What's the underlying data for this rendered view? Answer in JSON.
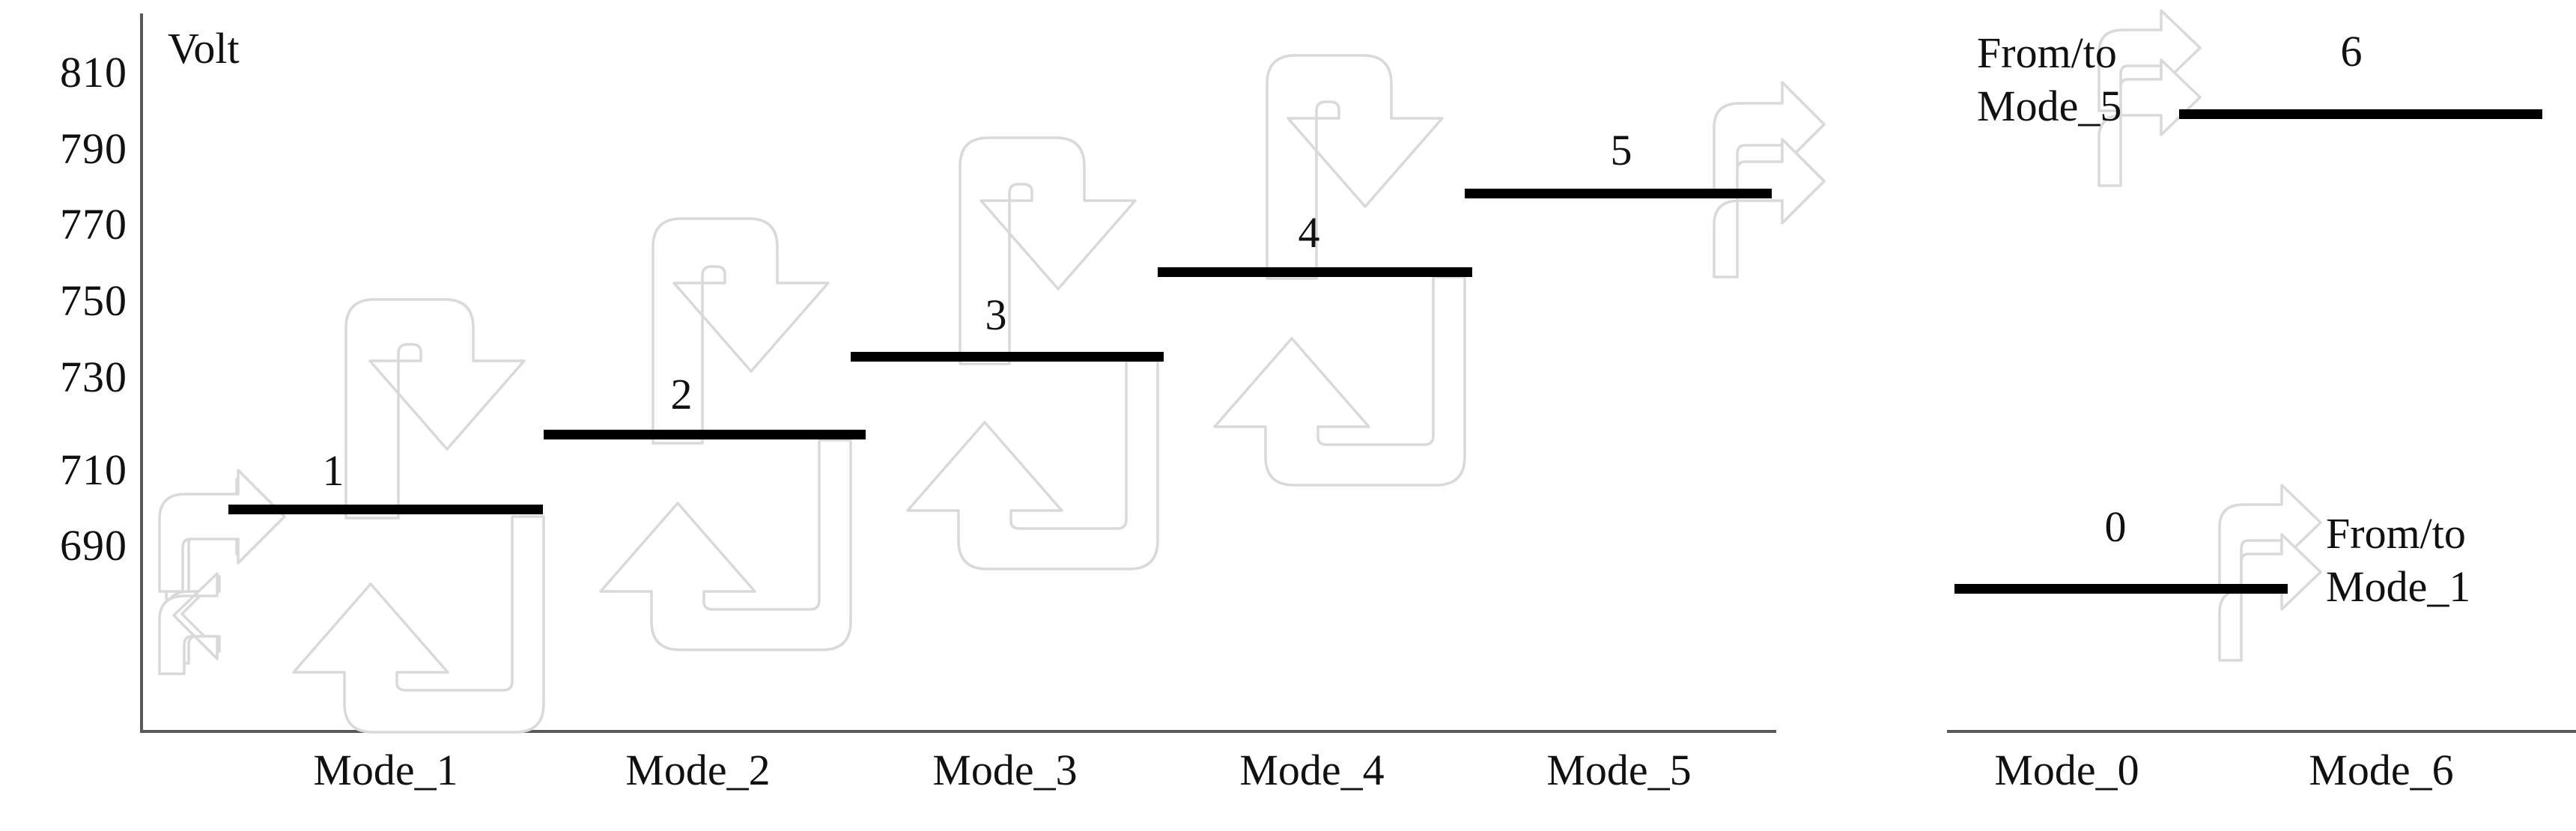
{
  "chart_data": {
    "type": "diagram",
    "title": "Volt",
    "ylabel": "Volt",
    "xlabel": "",
    "yticks": [
      810,
      790,
      770,
      750,
      730,
      710,
      690
    ],
    "ylim": [
      670,
      820
    ],
    "grid": false,
    "legend": "none",
    "categories": [
      "Mode_1",
      "Mode_2",
      "Mode_3",
      "Mode_4",
      "Mode_5"
    ],
    "values": [
      700,
      720,
      740,
      760,
      780
    ],
    "point_labels": [
      "1",
      "2",
      "3",
      "4",
      "5"
    ],
    "side_categories": [
      "Mode_0",
      "Mode_6"
    ],
    "side_values": [
      null,
      800
    ],
    "side_point_labels": [
      "0",
      "6"
    ],
    "annotations": [
      "From/to Mode_5",
      "From/to Mode_1"
    ],
    "transitions": [
      {
        "from": "Mode_1",
        "to": "Mode_1",
        "type": "self-loop"
      },
      {
        "from": "Mode_1",
        "to": "Mode_2",
        "type": "up"
      },
      {
        "from": "Mode_2",
        "to": "Mode_1",
        "type": "down"
      },
      {
        "from": "Mode_2",
        "to": "Mode_3",
        "type": "up"
      },
      {
        "from": "Mode_3",
        "to": "Mode_2",
        "type": "down"
      },
      {
        "from": "Mode_3",
        "to": "Mode_4",
        "type": "up"
      },
      {
        "from": "Mode_4",
        "to": "Mode_3",
        "type": "down"
      },
      {
        "from": "Mode_4",
        "to": "Mode_5",
        "type": "up"
      },
      {
        "from": "Mode_5",
        "to": "Mode_4",
        "type": "down"
      },
      {
        "from": "Mode_5",
        "to": "Mode_6",
        "type": "self-loop"
      },
      {
        "from": "Mode_6",
        "to": "Mode_5",
        "type": "pair"
      },
      {
        "from": "Mode_0",
        "to": "Mode_1",
        "type": "pair"
      }
    ]
  },
  "axis": {
    "ylabel": "Volt",
    "ticks": [
      {
        "value": "810"
      },
      {
        "value": "790"
      },
      {
        "value": "770"
      },
      {
        "value": "750"
      },
      {
        "value": "730"
      },
      {
        "value": "710"
      },
      {
        "value": "690"
      }
    ]
  },
  "main_chart": {
    "x_labels": [
      {
        "label": "Mode_1"
      },
      {
        "label": "Mode_2"
      },
      {
        "label": "Mode_3"
      },
      {
        "label": "Mode_4"
      },
      {
        "label": "Mode_5"
      }
    ],
    "levels": [
      {
        "label": "1"
      },
      {
        "label": "2"
      },
      {
        "label": "3"
      },
      {
        "label": "4"
      },
      {
        "label": "5"
      }
    ]
  },
  "side_panel": {
    "top_note": {
      "line1": "From/to",
      "line2": "Mode_5"
    },
    "top_level_label": "6",
    "bottom_note": {
      "line1": "From/to",
      "line2": "Mode_1"
    },
    "bottom_level_label": "0",
    "x_labels": [
      {
        "label": "Mode_0"
      },
      {
        "label": "Mode_6"
      }
    ]
  },
  "colors": {
    "level": "#000000",
    "arrow_stroke": "#d9d9d9",
    "arrow_fill": "#ffffff",
    "axis": "#595959"
  }
}
